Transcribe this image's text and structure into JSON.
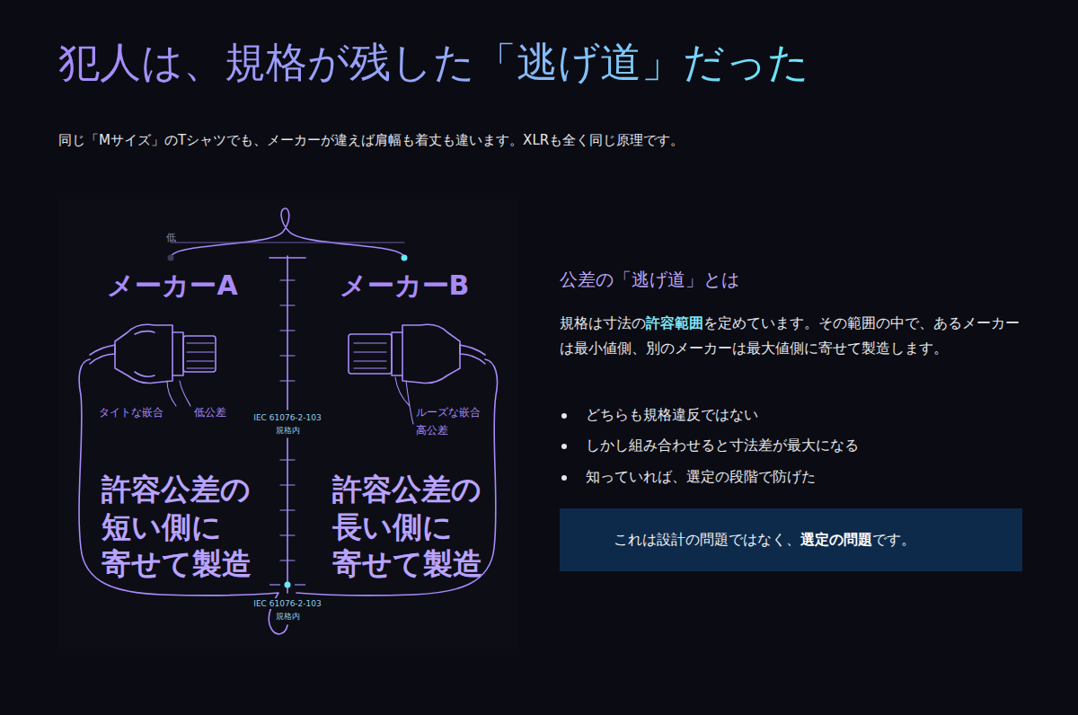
{
  "diagram": {
    "title": "犯人は、規格が残した「逃げ道」だった",
    "nodes": [
      {
        "text": [
          "これは設計の問題ではなく、",
          "選定の問題",
          "です。"
        ]
      }
    ],
    "labels": [
      "同じ「Mサイズ」のTシャツでも、メーカーが違えば肩幅も着丈も違います。XLRも全く同じ原理です。",
      "低",
      "メーカーA",
      "メーカーB",
      "タイトな嵌合",
      "低公差",
      "IEC 61076-2-103",
      "規格内",
      "ルーズな嵌合",
      "高公差",
      "許容公差の 短い側に 寄せて製造",
      "許容公差の 長い側に 寄せて製造",
      "IEC 61076-2-103",
      "規格内",
      "公差の「逃げ道」とは",
      "規格は寸法の",
      "許容範囲",
      "を定めています。その範囲の中で、あるメーカーは最小値側、別のメーカーは最大値側に寄せて製造します。",
      "どちらも規格違反ではない",
      "しかし組み合わせると寸法差が最大になる",
      "知っていれば、選定の段階で防げた"
    ]
  }
}
